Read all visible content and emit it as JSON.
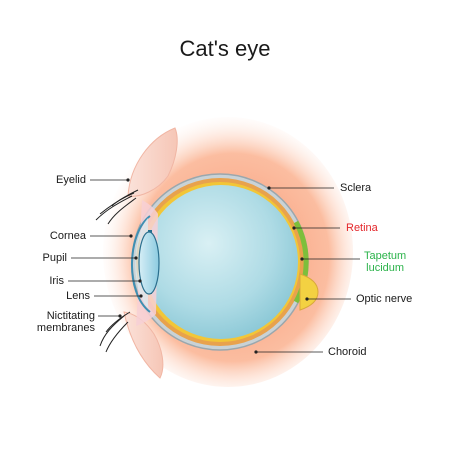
{
  "title": "Cat's eye",
  "labels": {
    "eyelid": "Eyelid",
    "cornea": "Cornea",
    "pupil": "Pupil",
    "iris": "Iris",
    "lens": "Lens",
    "nictitating_line1": "Nictitating",
    "nictitating_line2": "membranes",
    "sclera": "Sclera",
    "retina": "Retina",
    "tapetum_line1": "Tapetum",
    "tapetum_line2": "lucidum",
    "optic_nerve": "Optic nerve",
    "choroid": "Choroid"
  },
  "colors": {
    "retina_label": "#e4262a",
    "tapetum_label": "#2bb34a",
    "vitreous": "#a9d9e4",
    "orbit_glow": "#f7a07a"
  }
}
